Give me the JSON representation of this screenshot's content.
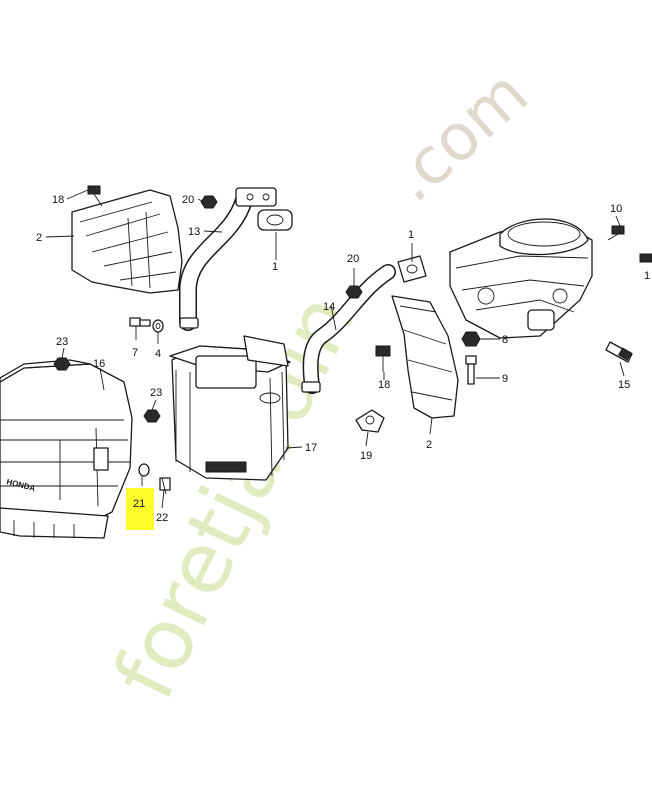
{
  "watermark": {
    "text": "foretjardin",
    "domain": ".com"
  },
  "brand": "HONDA",
  "highlight_color": "#fdfd2b",
  "callouts": {
    "c1a": "1",
    "c1b": "1",
    "c1c": "1",
    "c2a": "2",
    "c2b": "2",
    "c4": "4",
    "c7": "7",
    "c8": "8",
    "c9": "9",
    "c10": "10",
    "c13": "13",
    "c14": "14",
    "c15": "15",
    "c16": "16",
    "c17": "17",
    "c18a": "18",
    "c18b": "18",
    "c19": "19",
    "c20a": "20",
    "c20b": "20",
    "c21": "21",
    "c22": "22",
    "c23a": "23",
    "c23b": "23"
  }
}
